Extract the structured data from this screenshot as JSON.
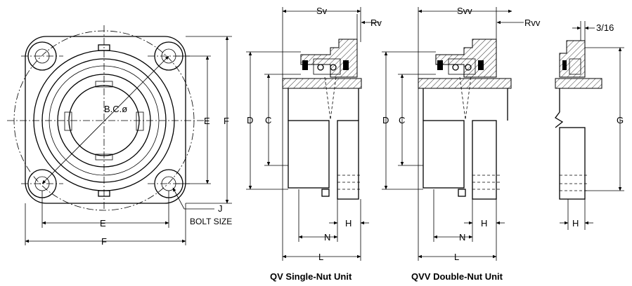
{
  "front_view": {
    "bc_label": "B.C.ø",
    "e_vertical": "E",
    "f_vertical": "F",
    "e_horizontal": "E",
    "f_horizontal": "F",
    "j_label": "J",
    "bolt_size": "BOLT SIZE"
  },
  "qv_view": {
    "sv": "Sv",
    "rv": "Rv",
    "d": "D",
    "c": "C",
    "h": "H",
    "n": "N",
    "l": "L",
    "caption": "QV Single-Nut Unit"
  },
  "qvv_view": {
    "svv": "Svv",
    "rvv": "Rvv",
    "d": "D",
    "c": "C",
    "h": "H",
    "n": "N",
    "l": "L",
    "caption": "QVV Double-Nut Unit"
  },
  "side_view": {
    "fraction": "3/16",
    "g": "G",
    "h": "H"
  }
}
